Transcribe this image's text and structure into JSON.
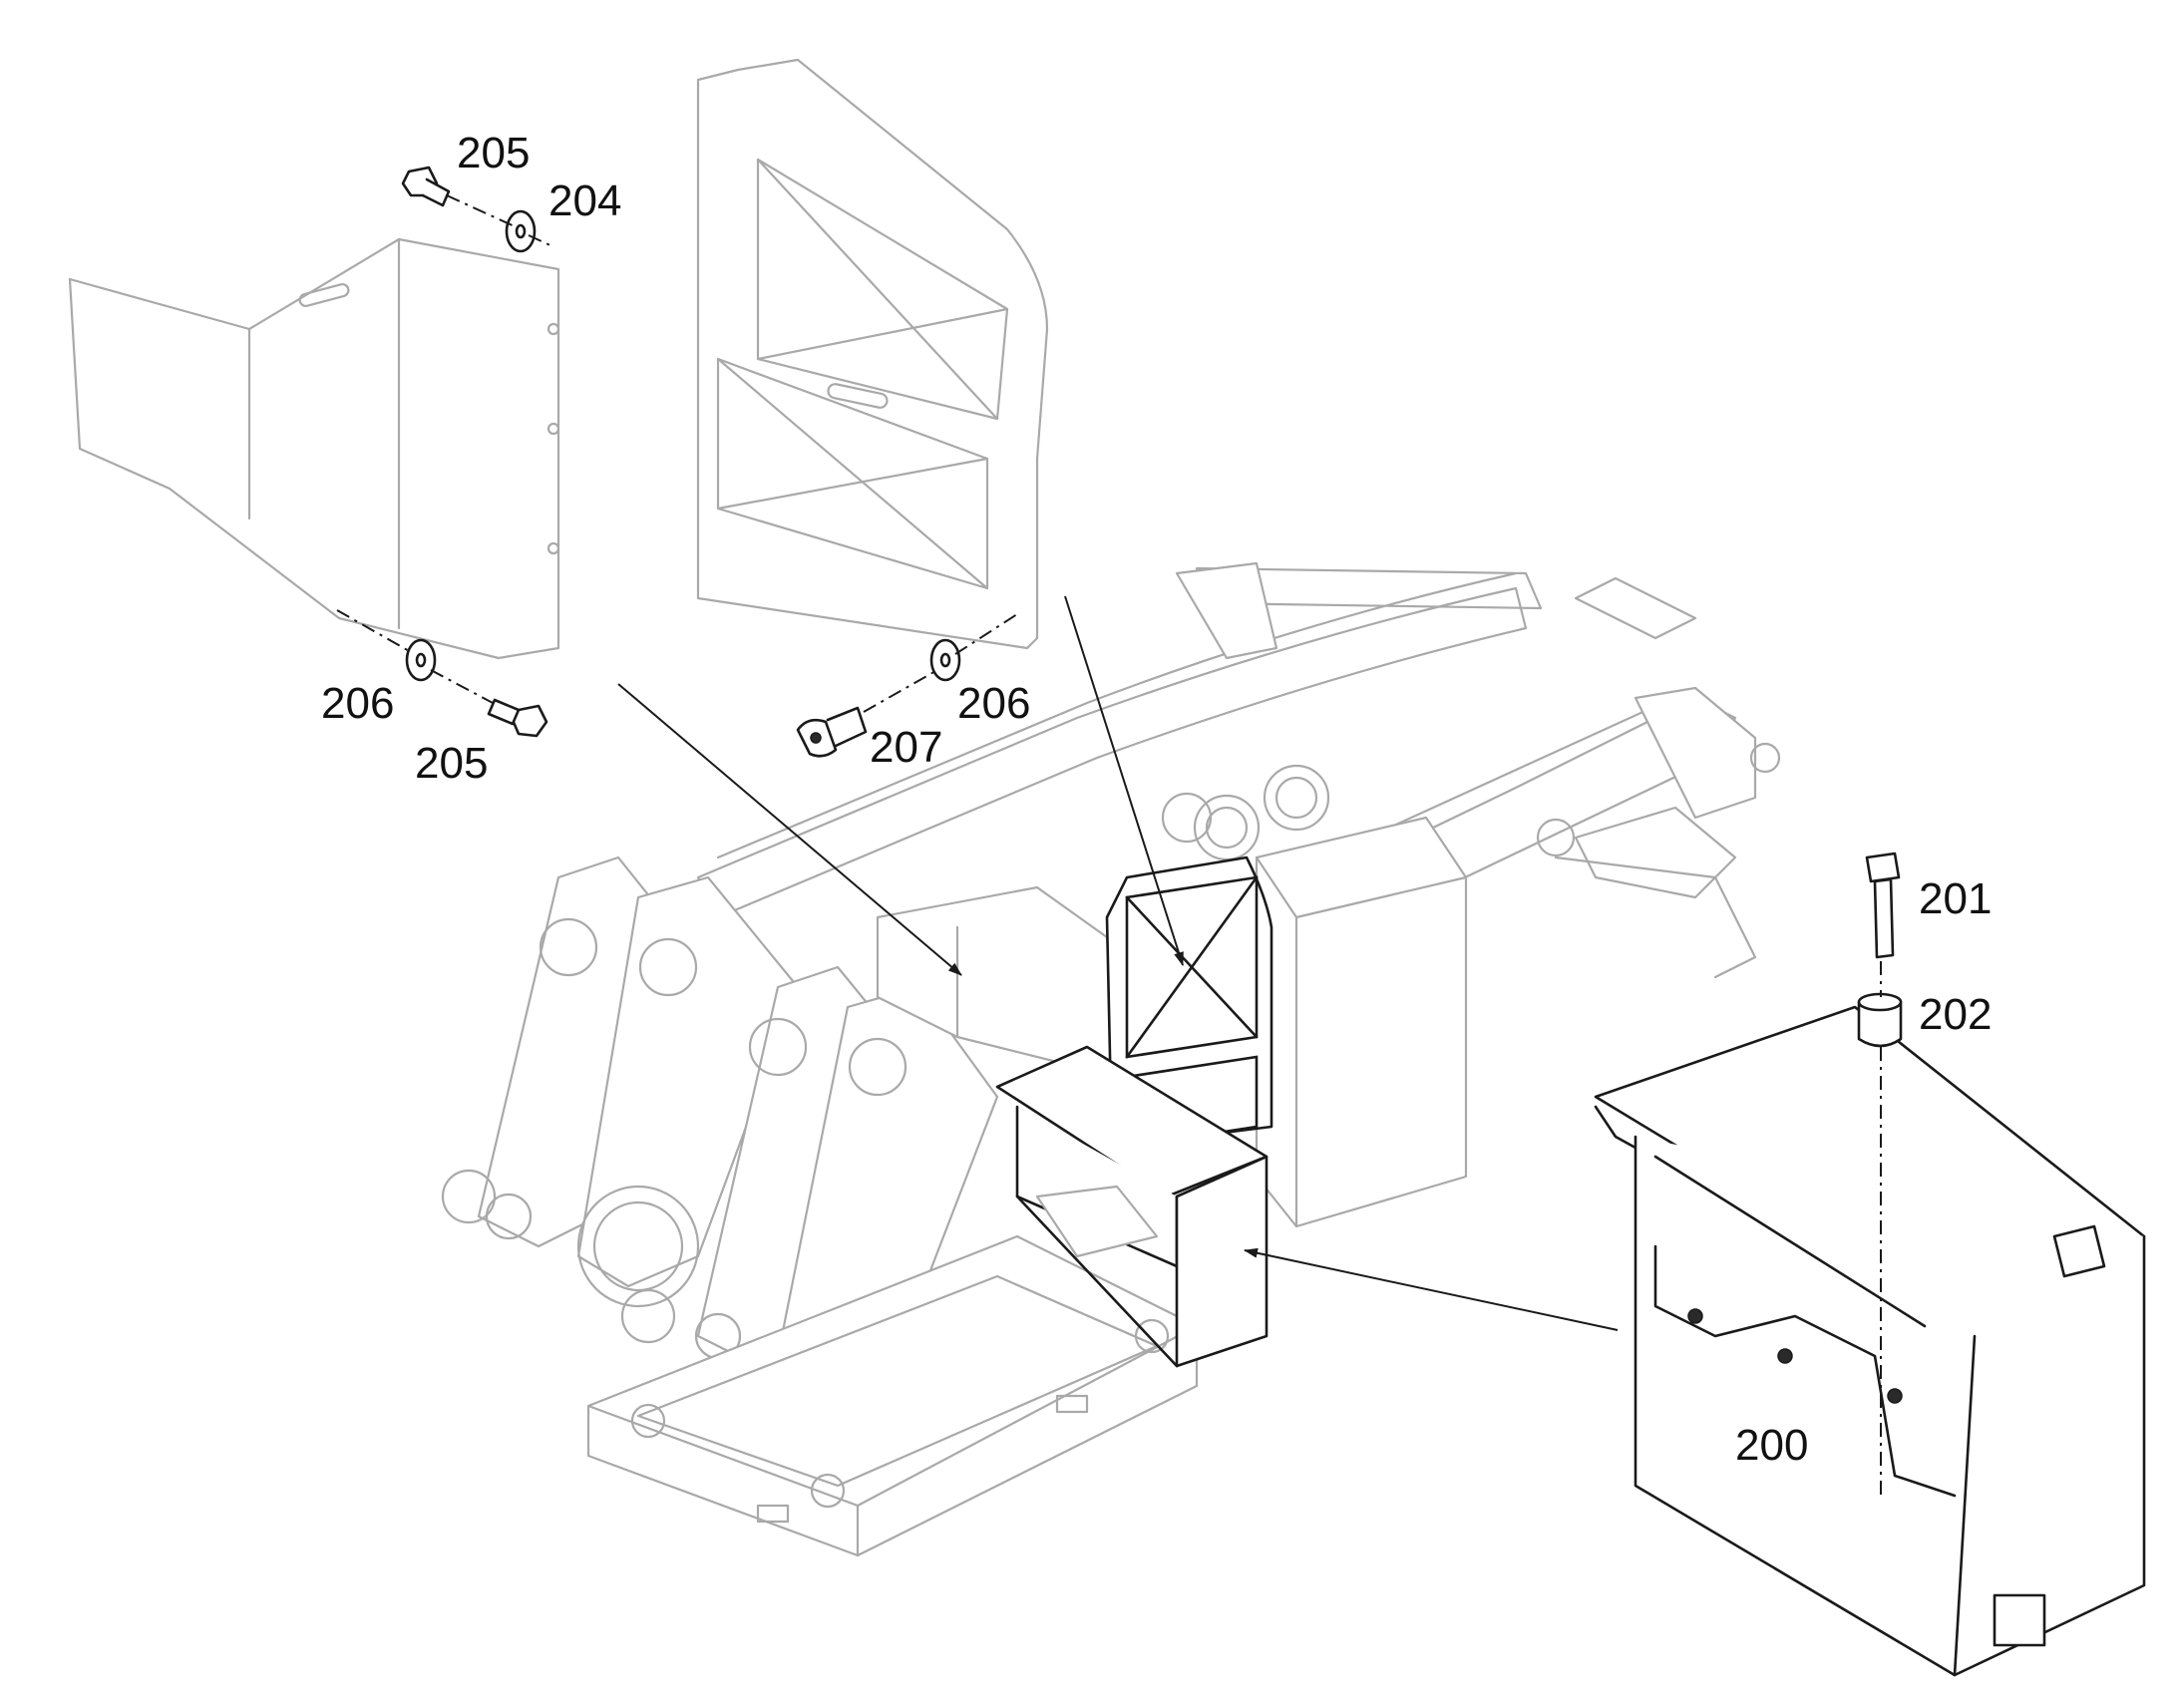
{
  "callouts": {
    "c200": "200",
    "c201": "201",
    "c202": "202",
    "c204": "204",
    "c205_top": "205",
    "c205_bottom": "205",
    "c206_left": "206",
    "c206_right": "206",
    "c207": "207"
  },
  "colors": {
    "line": "#1a1a1a",
    "ghost": "#a9a9a9",
    "background": "#ffffff"
  }
}
